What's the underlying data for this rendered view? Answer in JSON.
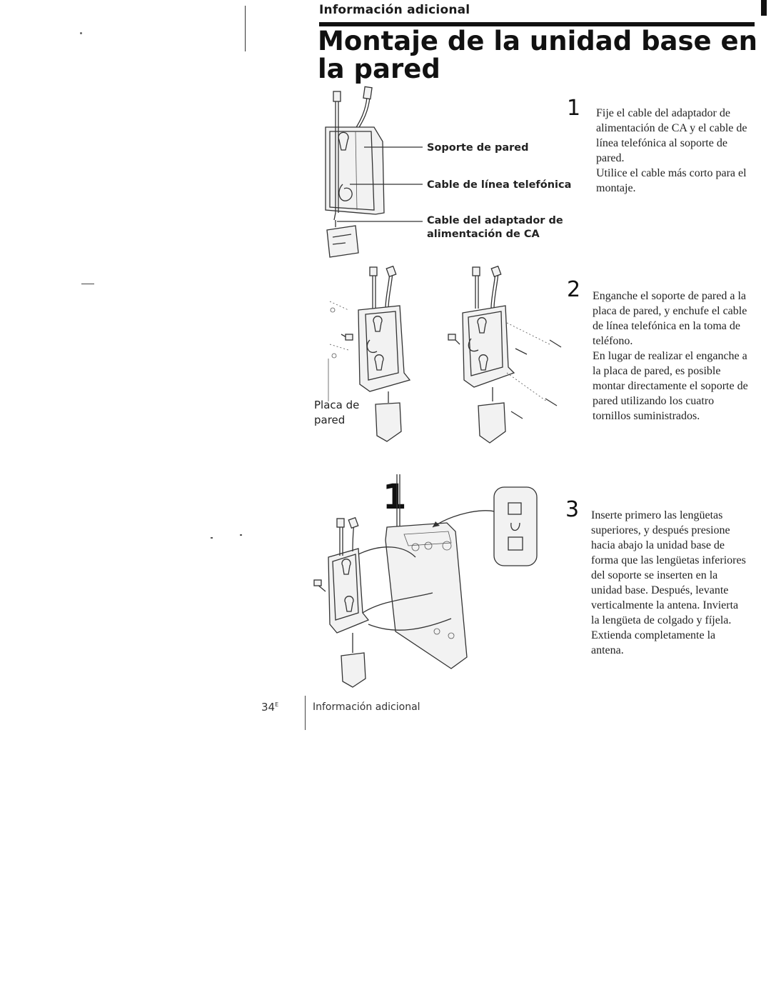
{
  "header": {
    "section_label": "Información adicional",
    "title": "Montaje de la unidad base en la pared"
  },
  "figure1": {
    "callouts": [
      "Soporte de pared",
      "Cable de línea telefónica",
      "Cable del adaptador de\nalimentación de CA"
    ]
  },
  "figure2": {
    "label": "Placa de\npared"
  },
  "figure3": {
    "marker": "1"
  },
  "steps": [
    {
      "number": "1",
      "paragraphs": [
        "Fije el cable del adaptador de alimentación de CA y el cable de línea telefónica al soporte de pared.",
        "Utilice el cable más corto para el montaje."
      ]
    },
    {
      "number": "2",
      "paragraphs": [
        "Enganche el soporte de pared a la placa de pared, y enchufe el cable de línea telefónica en la toma de teléfono.",
        "En lugar de realizar el enganche a la placa de pared, es posible montar directamente el soporte de pared utilizando los cuatro tornillos suministrados."
      ]
    },
    {
      "number": "3",
      "paragraphs": [
        "Inserte primero las lengüetas superiores, y después presione hacia abajo la unidad base de forma que las lengüetas inferiores del soporte se inserten en la unidad base. Después, levante verticalmente la antena. Invierta la lengüeta de colgado y fíjela. Extienda completamente la antena."
      ]
    }
  ],
  "footer": {
    "page_number": "34",
    "page_suffix": "E",
    "label": "Información adicional"
  }
}
